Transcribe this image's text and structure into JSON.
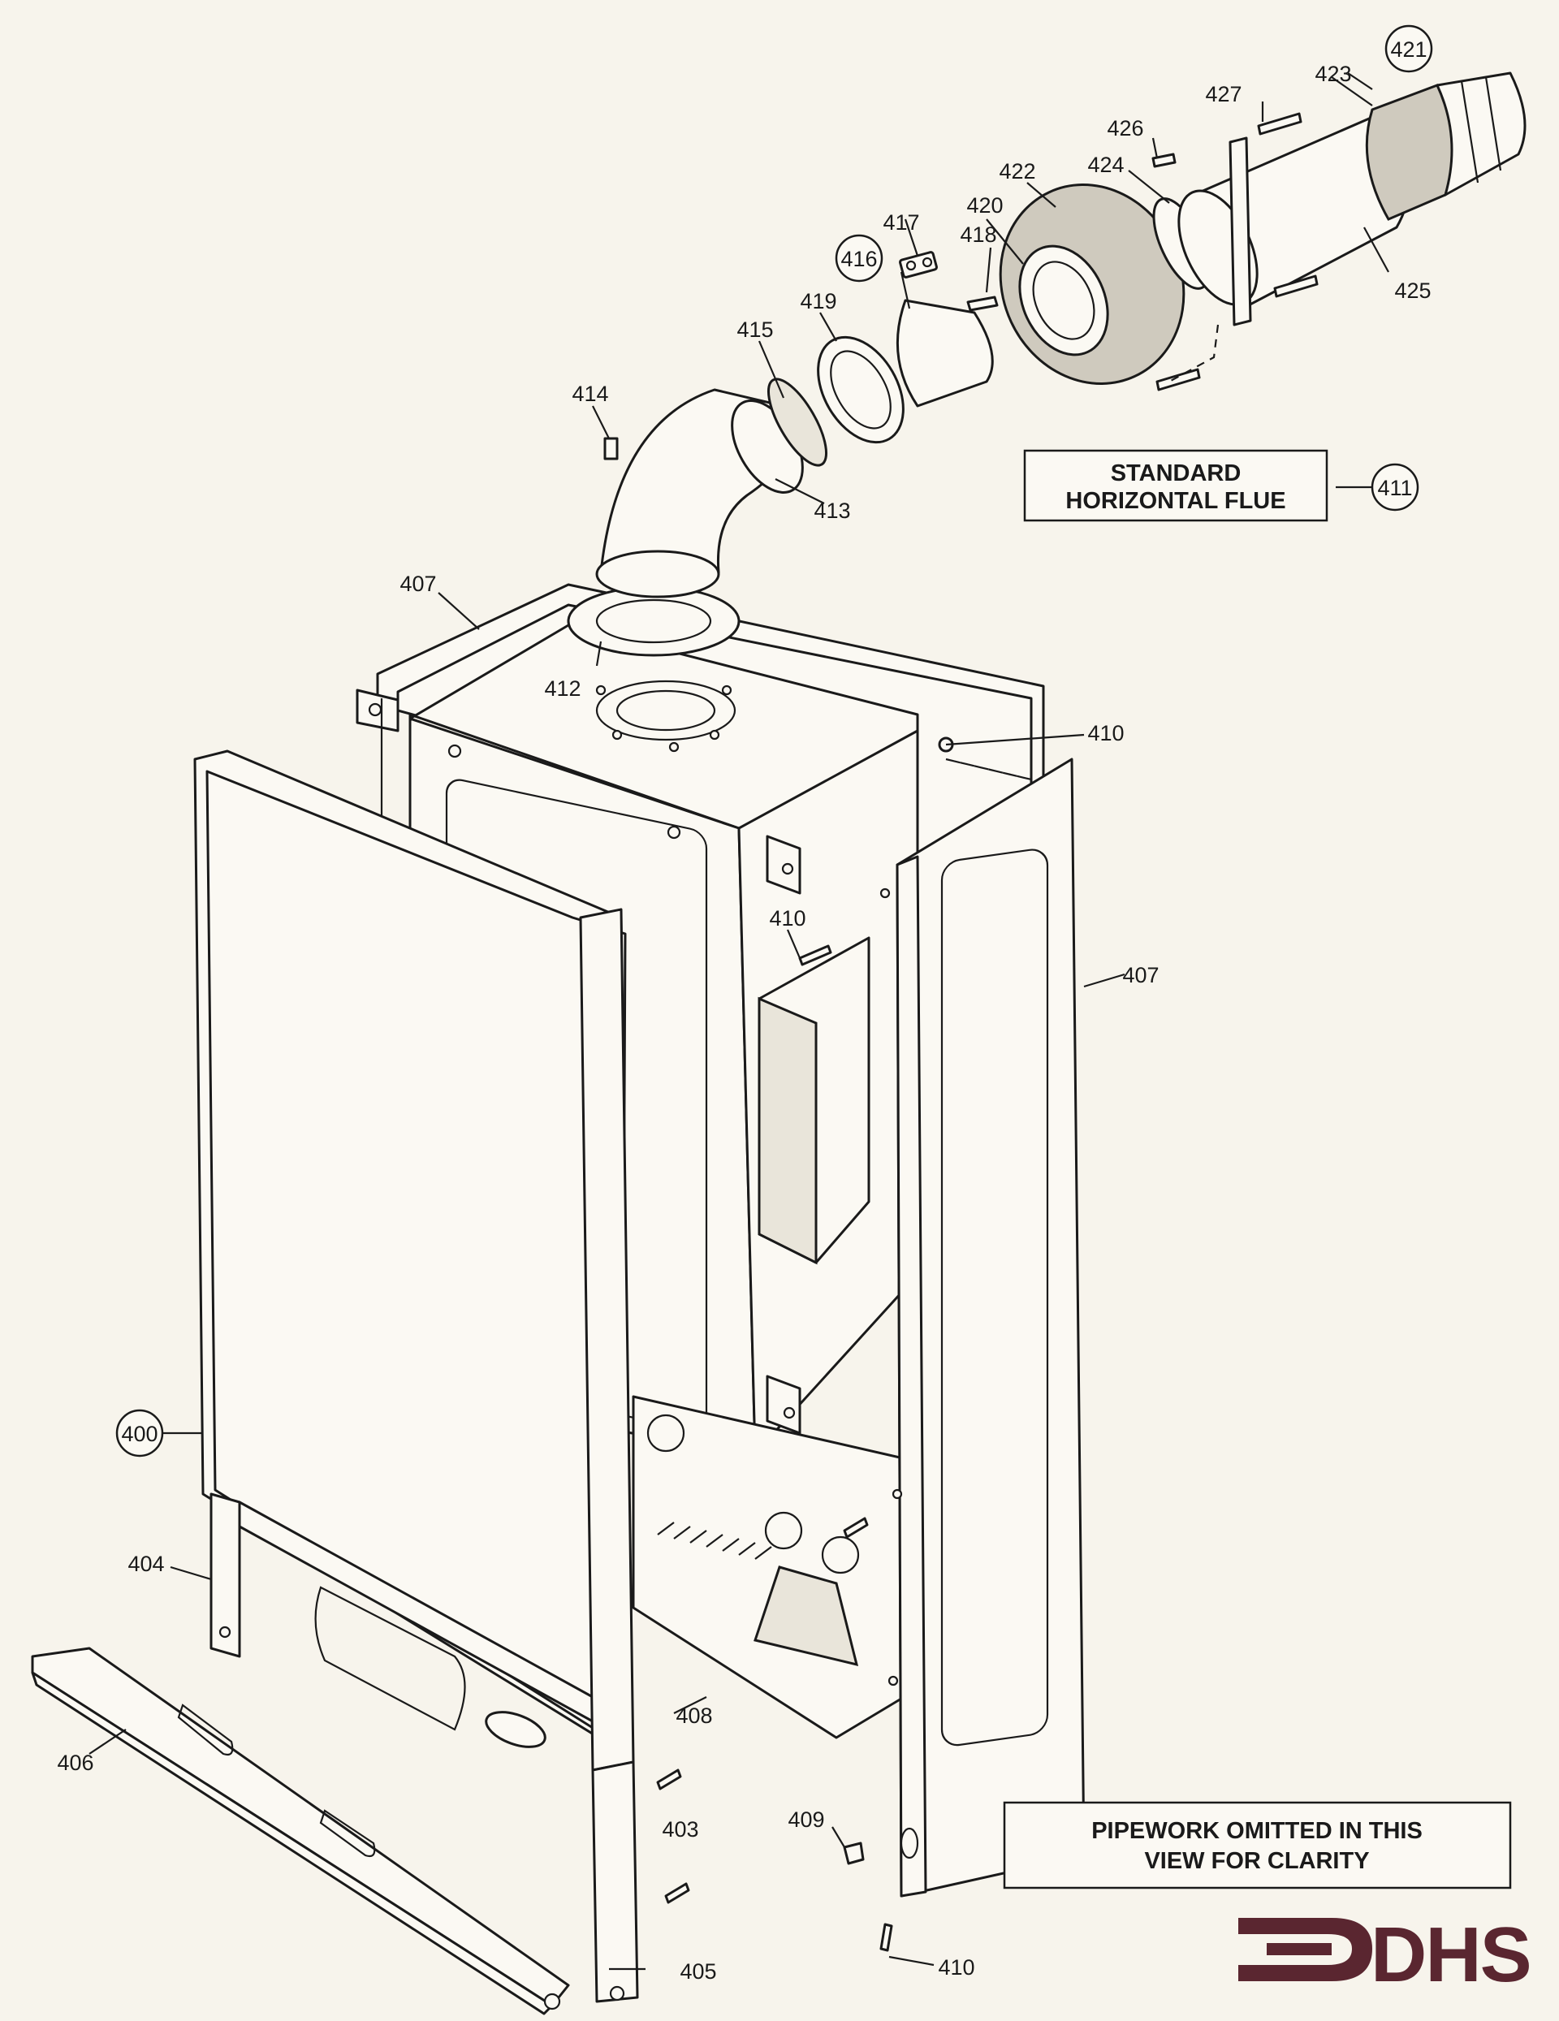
{
  "callouts": {
    "c400": "400",
    "c403": "403",
    "c404": "404",
    "c405": "405",
    "c406": "406",
    "c407a": "407",
    "c407b": "407",
    "c408": "408",
    "c409": "409",
    "c410a": "410",
    "c410b": "410",
    "c410c": "410",
    "c411": "411",
    "c412": "412",
    "c413": "413",
    "c414": "414",
    "c415": "415",
    "c416": "416",
    "c417": "417",
    "c418": "418",
    "c419": "419",
    "c420": "420",
    "c421": "421",
    "c422": "422",
    "c423": "423",
    "c424": "424",
    "c425": "425",
    "c426": "426",
    "c427": "427"
  },
  "notes": {
    "flue_line1": "STANDARD",
    "flue_line2": "HORIZONTAL FLUE",
    "pipework_line1": "PIPEWORK OMITTED IN THIS",
    "pipework_line2": "VIEW FOR CLARITY"
  },
  "logo": {
    "text": "DHS",
    "color": "#5a2630"
  },
  "colors": {
    "ink": "#1a1a1a",
    "paper": "#f7f4ec"
  }
}
